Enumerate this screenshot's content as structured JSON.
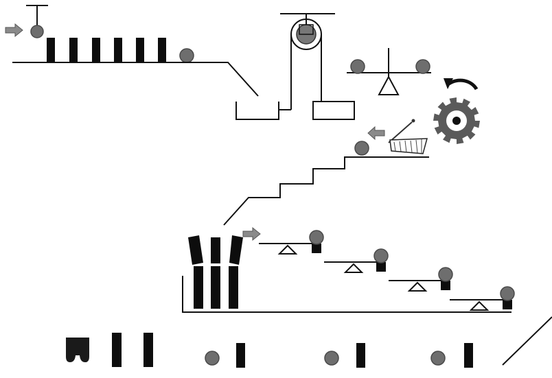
{
  "colors": {
    "ink": "#111111",
    "ball": "#6e6e6e",
    "ball_edge": "#4a4a4a",
    "block": "#0d0d0d",
    "arrow": "#8a8a8a",
    "gear": "#5a5a5a",
    "paper": "#ffffff"
  },
  "icons": {
    "start_arrow": "right-arrow-icon",
    "push_arrow": "left-arrow-icon",
    "rotate_arrow": "rotate-arrow-icon",
    "gear": "gear-icon",
    "broom": "broom-icon",
    "pulley": "pulley-icon"
  },
  "scene": {
    "sections": [
      "domino-ramp",
      "pulley-buckets",
      "balance-scale",
      "gear-broom",
      "staircase",
      "seesaw-chain",
      "component-legend"
    ]
  }
}
